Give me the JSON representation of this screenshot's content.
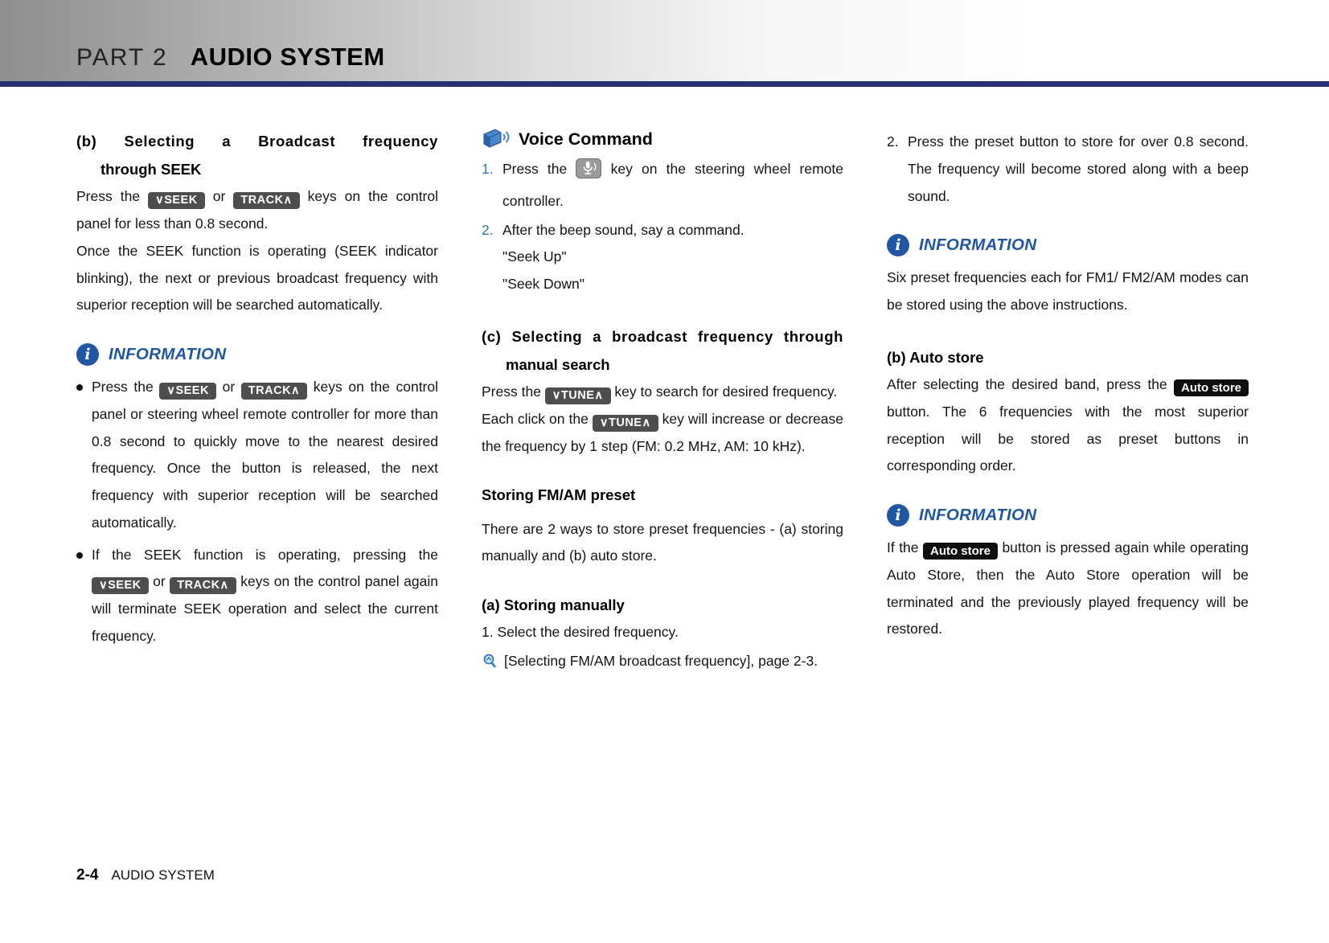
{
  "header": {
    "part_label": "PART 2",
    "part_title": "AUDIO SYSTEM"
  },
  "accent_colors": {
    "navy_rule": "#272e74",
    "info_blue": "#2156a5",
    "list_num_blue": "#2878b8",
    "key_gray": "#4e4e4e",
    "key_black": "#0f0f0f"
  },
  "keys": {
    "vseek": "∨SEEK",
    "track": "TRACK∧",
    "vtune": "∨TUNE∧",
    "auto_store": "Auto store"
  },
  "info_label": "INFORMATION",
  "icons": {
    "info_glyph": "i"
  },
  "col1": {
    "heading_b_line1": "(b) Selecting a Broadcast frequency",
    "heading_b_line2": "through SEEK",
    "p1": {
      "t1": "Press the ",
      "t2": " or ",
      "t3": " keys on the control panel for less than 0.8 second."
    },
    "p2": "Once the SEEK function is operating (SEEK indicator blinking), the next or previous broadcast frequency with superior reception will be searched automatically.",
    "bullet1": {
      "t1": "Press the ",
      "t2": " or ",
      "t3": " keys on the control panel or steering wheel remote controller for more than 0.8 second to quickly move to the nearest desired frequency. Once the button is released, the next frequency with superior reception will be searched automatically."
    },
    "bullet2": {
      "t1": "If the SEEK function is operating, pressing the ",
      "t2": " or ",
      "t3": " keys on the control panel again will terminate SEEK operation and select the current frequency."
    }
  },
  "col2": {
    "voice_heading": "Voice Command",
    "item1": {
      "num": "1.",
      "t1": "Press the ",
      "t2": " key on the steering wheel remote controller."
    },
    "item2": {
      "num": "2.",
      "text": "After the beep sound, say a command."
    },
    "quote1": "\"Seek Up\"",
    "quote2": "\"Seek Down\"",
    "heading_c_line1": "(c) Selecting a broadcast frequency through",
    "heading_c_line2": "manual search",
    "p1": {
      "t1": "Press the ",
      "t2": " key to search for desired frequency."
    },
    "p2": {
      "t1": "Each click on the ",
      "t2": " key will increase or decrease the frequency by 1 step (FM: 0.2 MHz, AM: 10 kHz)."
    },
    "storing_heading": "Storing FM/AM preset",
    "p3": "There are 2 ways to store preset frequencies - (a) storing manually and (b) auto store.",
    "heading_a": "(a) Storing manually",
    "step1": "1. Select the desired frequency.",
    "ref_text": "[Selecting FM/AM broadcast frequency], page 2-3."
  },
  "col3": {
    "step2": {
      "num": "2.",
      "text": "Press the preset button to store for over 0.8 second. The frequency will become stored along with a beep sound."
    },
    "info1": "Six preset frequencies each for FM1/ FM2/AM modes can be stored using the above instructions.",
    "heading_auto": "(b) Auto store",
    "p1": {
      "t1": "After selecting the desired band, press the ",
      "t2": " button. The 6 frequencies with the most superior reception will be stored as preset buttons in corresponding order."
    },
    "p2": {
      "t1": "If the ",
      "t2": " button is pressed again while operating Auto Store, then the Auto Store operation will be terminated and the previously played frequency will be restored."
    }
  },
  "footer": {
    "page": "2-4",
    "label": "AUDIO SYSTEM"
  }
}
